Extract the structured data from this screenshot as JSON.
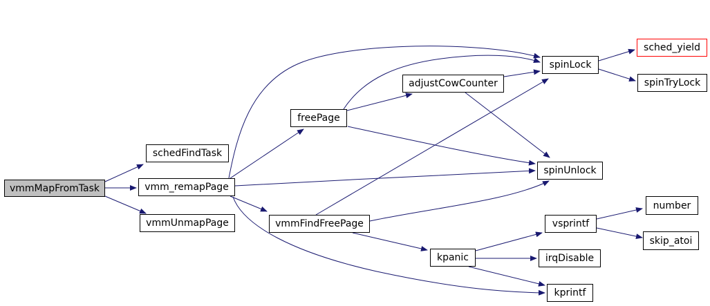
{
  "diagram": {
    "type": "call-graph",
    "colors": {
      "background": "#ffffff",
      "edge": "#191970",
      "node_border": "#000000",
      "node_fill": "#ffffff",
      "current_node_fill": "#bfbfbf",
      "highlight_border": "#ff0000",
      "text": "#000000"
    },
    "nodes": [
      {
        "id": "vmmMapFromTask",
        "label": "vmmMapFromTask",
        "style": "current"
      },
      {
        "id": "schedFindTask",
        "label": "schedFindTask",
        "style": "normal"
      },
      {
        "id": "vmm_remapPage",
        "label": "vmm_remapPage",
        "style": "normal"
      },
      {
        "id": "vmmUnmapPage",
        "label": "vmmUnmapPage",
        "style": "normal"
      },
      {
        "id": "vmmFindFreePage",
        "label": "vmmFindFreePage",
        "style": "normal"
      },
      {
        "id": "freePage",
        "label": "freePage",
        "style": "normal"
      },
      {
        "id": "adjustCowCounter",
        "label": "adjustCowCounter",
        "style": "normal"
      },
      {
        "id": "spinLock",
        "label": "spinLock",
        "style": "normal"
      },
      {
        "id": "sched_yield",
        "label": "sched_yield",
        "style": "highlighted"
      },
      {
        "id": "spinTryLock",
        "label": "spinTryLock",
        "style": "normal"
      },
      {
        "id": "spinUnlock",
        "label": "spinUnlock",
        "style": "normal"
      },
      {
        "id": "vsprintf",
        "label": "vsprintf",
        "style": "normal"
      },
      {
        "id": "number",
        "label": "number",
        "style": "normal"
      },
      {
        "id": "skip_atoi",
        "label": "skip_atoi",
        "style": "normal"
      },
      {
        "id": "irqDisable",
        "label": "irqDisable",
        "style": "normal"
      },
      {
        "id": "kpanic",
        "label": "kpanic",
        "style": "normal"
      },
      {
        "id": "kprintf",
        "label": "kprintf",
        "style": "normal"
      }
    ],
    "edges": [
      {
        "from": "vmmMapFromTask",
        "to": "schedFindTask"
      },
      {
        "from": "vmmMapFromTask",
        "to": "vmm_remapPage"
      },
      {
        "from": "vmmMapFromTask",
        "to": "vmmUnmapPage"
      },
      {
        "from": "vmm_remapPage",
        "to": "freePage"
      },
      {
        "from": "vmm_remapPage",
        "to": "spinLock"
      },
      {
        "from": "vmm_remapPage",
        "to": "spinUnlock"
      },
      {
        "from": "vmm_remapPage",
        "to": "vmmFindFreePage"
      },
      {
        "from": "vmm_remapPage",
        "to": "kprintf"
      },
      {
        "from": "freePage",
        "to": "adjustCowCounter"
      },
      {
        "from": "freePage",
        "to": "spinLock"
      },
      {
        "from": "freePage",
        "to": "spinUnlock"
      },
      {
        "from": "adjustCowCounter",
        "to": "spinLock"
      },
      {
        "from": "adjustCowCounter",
        "to": "spinUnlock"
      },
      {
        "from": "vmmFindFreePage",
        "to": "spinLock"
      },
      {
        "from": "vmmFindFreePage",
        "to": "spinUnlock"
      },
      {
        "from": "vmmFindFreePage",
        "to": "kpanic"
      },
      {
        "from": "spinLock",
        "to": "sched_yield"
      },
      {
        "from": "spinLock",
        "to": "spinTryLock"
      },
      {
        "from": "kpanic",
        "to": "vsprintf"
      },
      {
        "from": "kpanic",
        "to": "irqDisable"
      },
      {
        "from": "kpanic",
        "to": "kprintf"
      },
      {
        "from": "vsprintf",
        "to": "number"
      },
      {
        "from": "vsprintf",
        "to": "skip_atoi"
      }
    ]
  }
}
